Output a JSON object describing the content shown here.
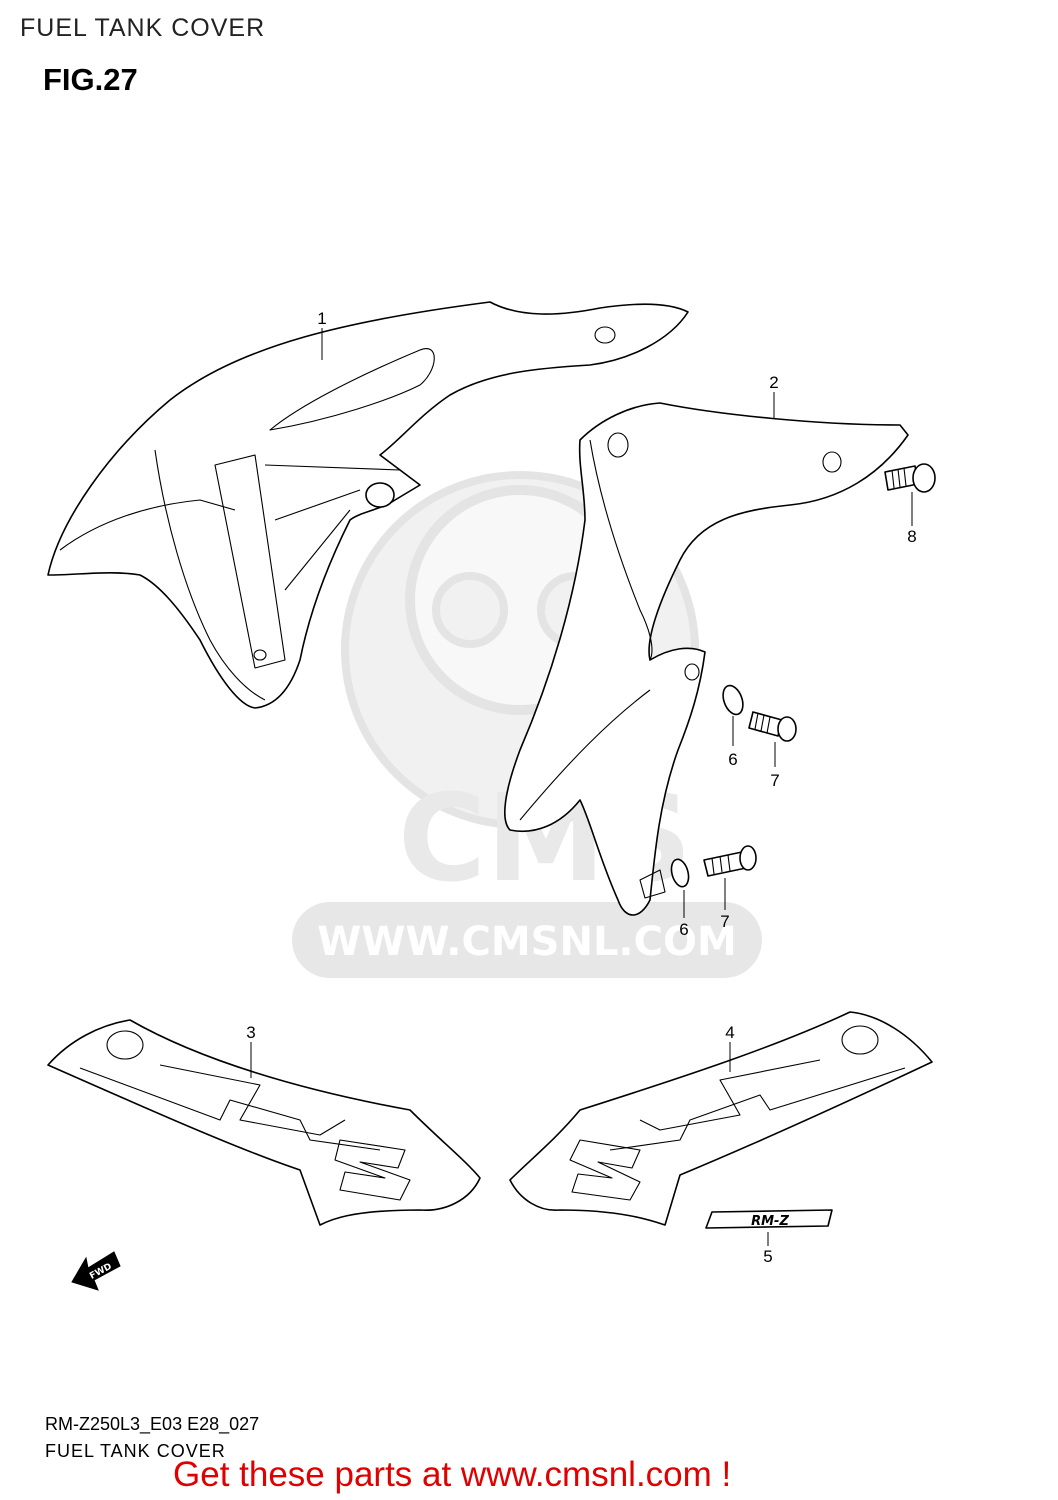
{
  "header": {
    "title": "FUEL TANK COVER",
    "figure": "FIG.27"
  },
  "parts": [
    {
      "number": "1"
    },
    {
      "number": "2"
    },
    {
      "number": "3"
    },
    {
      "number": "4"
    },
    {
      "number": "5"
    },
    {
      "number": "6"
    },
    {
      "number": "6"
    },
    {
      "number": "7"
    },
    {
      "number": "7"
    },
    {
      "number": "8"
    }
  ],
  "direction": {
    "label": "FWD"
  },
  "emblem": {
    "text": "RM-Z"
  },
  "watermark": {
    "url": "WWW.CMSNL.COM",
    "logo": "CMS"
  },
  "footer": {
    "code": "RM-Z250L3_E03 E28_027",
    "title": "FUEL TANK COVER",
    "promo": "Get these parts at www.cmsnl.com !"
  },
  "colors": {
    "line": "#000000",
    "watermark": "#d6d6d6",
    "promo": "#e00000"
  }
}
